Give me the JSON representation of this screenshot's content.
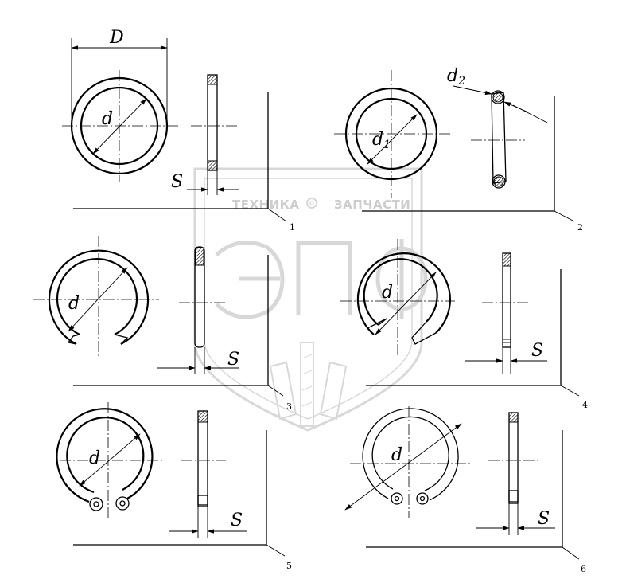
{
  "labels": {
    "dim_D": "D",
    "dim_d": "d",
    "dim_d1": "d",
    "dim_d1_sub": "1",
    "dim_d2": "d",
    "dim_d2_sub": "2",
    "dim_S": "S",
    "fig1": "1",
    "fig2": "2",
    "fig3": "3",
    "fig4": "4",
    "fig5": "5",
    "fig6": "6"
  },
  "watermark": {
    "left_text": "ТЕХНИКА",
    "right_text": "ЗАПЧАСТИ",
    "logo_text": "ЭПФ"
  }
}
